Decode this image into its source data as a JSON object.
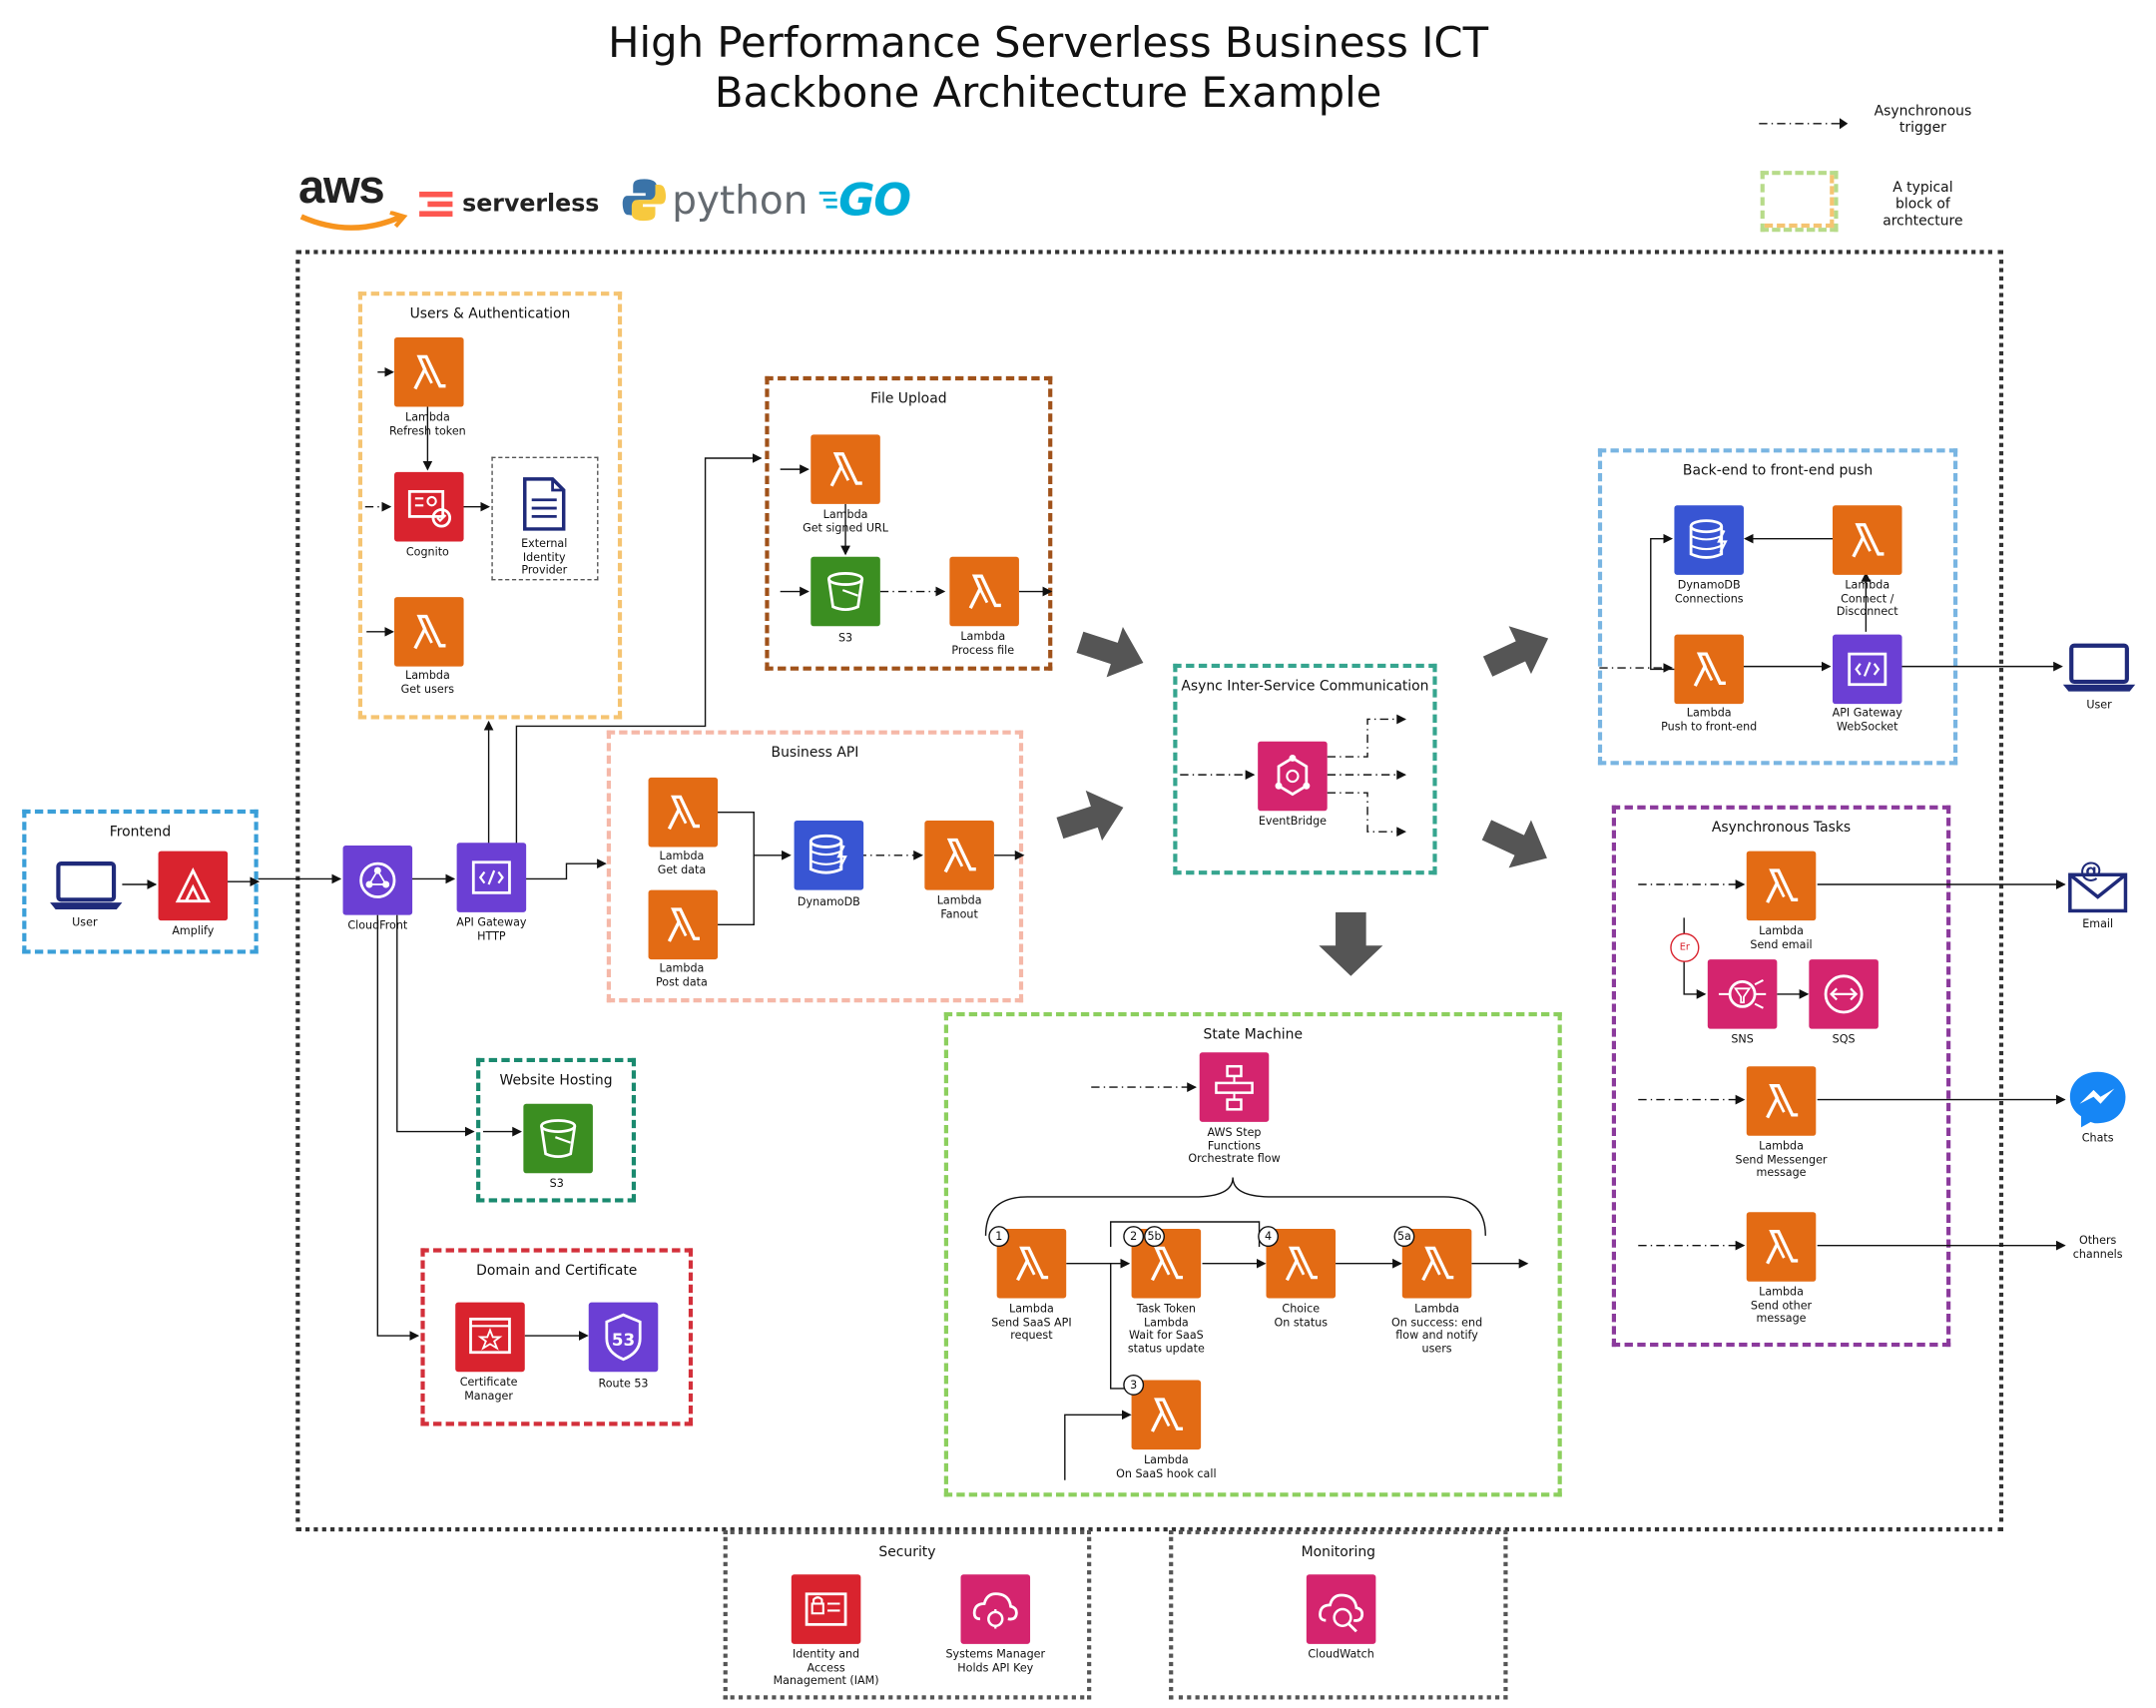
{
  "title": {
    "line1": "High Performance Serverless Business ICT",
    "line2": "Backbone Architecture Example"
  },
  "logos": {
    "aws": "aws",
    "serverless": "serverless",
    "python": "python",
    "go": "GO"
  },
  "legend": {
    "async": "Asynchronous\ntrigger",
    "block": "A typical\nblock of\narchtecture"
  },
  "groups": {
    "frontend": "Frontend",
    "users_auth": "Users & Authentication",
    "file_upload": "File Upload",
    "business_api": "Business API",
    "website_hosting": "Website Hosting",
    "domain_cert": "Domain and Certificate",
    "async_comm": "Async Inter-Service Communication",
    "state_machine": "State Machine",
    "backend_push": "Back-end to front-end push",
    "async_tasks": "Asynchronous Tasks",
    "security": "Security",
    "monitoring": "Monitoring"
  },
  "nodes": {
    "user_left": "User",
    "amplify": "Amplify",
    "cloudfront": "CloudFront",
    "apigw_http": "API Gateway\nHTTP",
    "lambda_refresh": "Lambda\nRefresh token",
    "cognito": "Cognito",
    "ext_idp": "External\nIdentity\nProvider",
    "lambda_get_users": "Lambda\nGet users",
    "lambda_signed_url": "Lambda\nGet signed URL",
    "s3_upload": "S3",
    "lambda_process": "Lambda\nProcess file",
    "lambda_get_data": "Lambda\nGet data",
    "lambda_post_data": "Lambda\nPost data",
    "dynamodb": "DynamoDB",
    "lambda_fanout": "Lambda\nFanout",
    "s3_web": "S3",
    "cert_manager": "Certificate\nManager",
    "route53": "Route 53",
    "eventbridge": "EventBridge",
    "step_functions": "AWS Step\nFunctions\nOrchestrate flow",
    "sm_send": "Lambda\nSend SaaS API\nrequest",
    "sm_task": "Task Token\nLambda\nWait for SaaS\nstatus update",
    "sm_choice": "Choice\nOn status",
    "sm_success": "Lambda\nOn success: end\nflow and notify\nusers",
    "sm_hook": "Lambda\nOn SaaS hook call",
    "ddb_connections": "DynamoDB\nConnections",
    "lambda_connect": "Lambda\nConnect /\nDisconnect",
    "lambda_push": "Lambda\nPush to front-end",
    "apigw_ws": "API Gateway\nWebSocket",
    "user_right": "User",
    "lambda_email": "Lambda\nSend email",
    "er": "Er",
    "sns": "SNS",
    "sqs": "SQS",
    "lambda_messenger": "Lambda\nSend Messenger\nmessage",
    "lambda_other": "Lambda\nSend other\nmessage",
    "email": "Email",
    "chats": "Chats",
    "others": "Others\nchannels",
    "iam": "Identity and\nAccess\nManagement (IAM)",
    "ssm": "Systems Manager\nHolds API Key",
    "cloudwatch": "CloudWatch"
  },
  "steps": {
    "s1": "1",
    "s2": "2",
    "s5b": "5b",
    "s3": "3",
    "s4": "4",
    "s5a": "5a"
  },
  "colors": {
    "lambda": "#e36b14",
    "security": "#d9232e",
    "networking": "#6b3fd4",
    "database": "#3855d3",
    "storage": "#3b8e21",
    "integration": "#d4246e",
    "frontend_border": "#3b9fd8",
    "users_border": "#f5c472",
    "file_border": "#a0521a",
    "business_border": "#f5b8a8",
    "website_border": "#1a8a6f",
    "domain_border": "#d3303b",
    "async_border": "#36a58f",
    "state_border": "#8ccf5e",
    "push_border": "#79b5e2",
    "tasks_border": "#8b3a9c",
    "outer_border": "#333333"
  }
}
